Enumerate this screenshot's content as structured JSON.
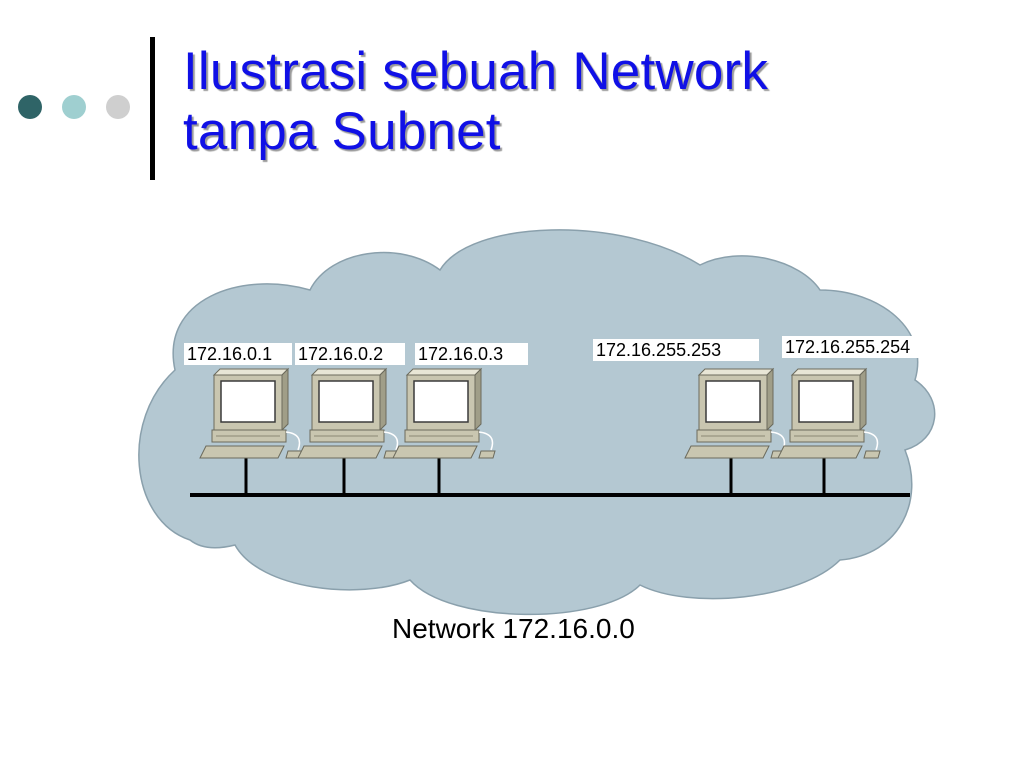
{
  "slide": {
    "title_line1": "Ilustrasi sebuah Network",
    "title_line2": "tanpa Subnet"
  },
  "colors": {
    "title": "#1010e6",
    "cloud_fill": "#b4c8d2",
    "cloud_stroke": "#8aa0ac",
    "dot1": "#2f6467",
    "dot2": "#9fcfd0",
    "dot3": "#cfcfcf",
    "bus": "#000000",
    "computer_body": "#c9c6b0"
  },
  "diagram": {
    "hosts": [
      {
        "ip": "172.16.0.1"
      },
      {
        "ip": "172.16.0.2"
      },
      {
        "ip": "172.16.0.3"
      },
      {
        "ip": "172.16.255.253"
      },
      {
        "ip": "172.16.255.254"
      }
    ],
    "network_label": "Network 172.16.0.0"
  }
}
